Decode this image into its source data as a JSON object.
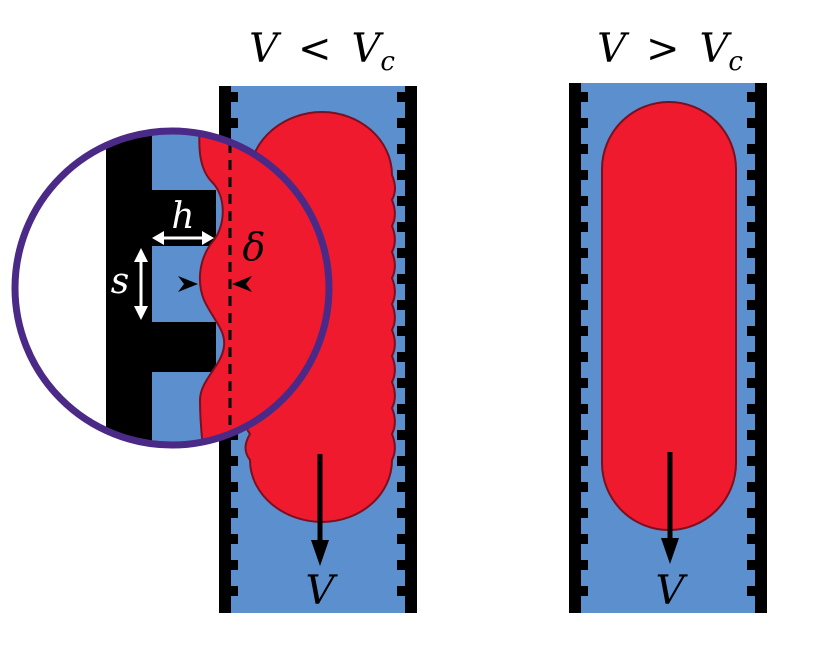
{
  "panels": {
    "left": {
      "title": {
        "lhs": "V",
        "rel": "<",
        "rhs": "V",
        "rhs_sub": "c"
      },
      "velocity_label": "V"
    },
    "right": {
      "title": {
        "lhs": "V",
        "rel": ">",
        "rhs": "V",
        "rhs_sub": "c"
      },
      "velocity_label": "V"
    }
  },
  "inset": {
    "h_label": "h",
    "s_label": "s",
    "delta_label": "δ"
  },
  "colors": {
    "channel_fluid": "#5b8fce",
    "droplet": "#ef1a2e",
    "droplet_outline": "#7a1020",
    "wall": "#000000",
    "magnifier_ring": "#4a2a86",
    "background": "#ffffff"
  }
}
